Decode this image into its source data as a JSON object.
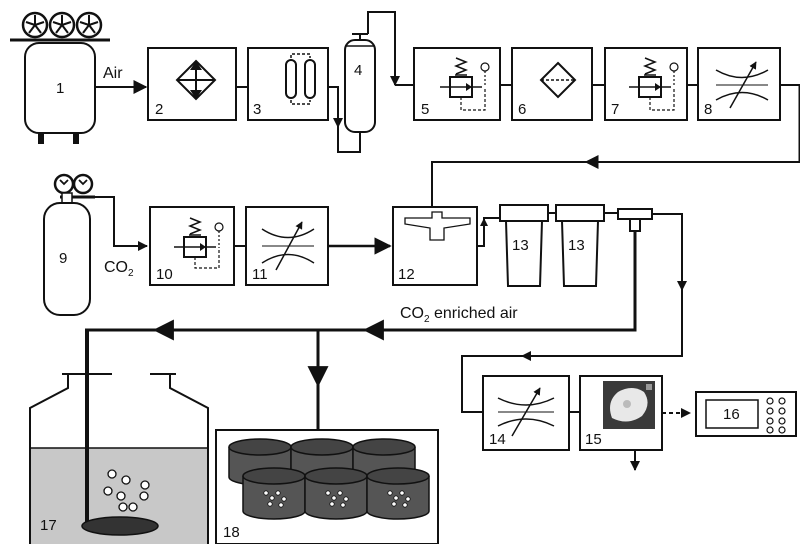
{
  "labels": {
    "air": "Air",
    "co2_main": "CO",
    "co2_sub": "2",
    "enriched_co": "CO",
    "enriched_sub": "2",
    "enriched_rest": " enriched air"
  },
  "components": [
    {
      "id": "1"
    },
    {
      "id": "2"
    },
    {
      "id": "3"
    },
    {
      "id": "4"
    },
    {
      "id": "5"
    },
    {
      "id": "6"
    },
    {
      "id": "7"
    },
    {
      "id": "8"
    },
    {
      "id": "9"
    },
    {
      "id": "10"
    },
    {
      "id": "11"
    },
    {
      "id": "12"
    },
    {
      "id": "13a",
      "text": "13"
    },
    {
      "id": "13b",
      "text": "13"
    },
    {
      "id": "14"
    },
    {
      "id": "15"
    },
    {
      "id": "16"
    },
    {
      "id": "17"
    },
    {
      "id": "18"
    }
  ],
  "numbers": {
    "n1": "1",
    "n2": "2",
    "n3": "3",
    "n4": "4",
    "n5": "5",
    "n6": "6",
    "n7": "7",
    "n8": "8",
    "n9": "9",
    "n10": "10",
    "n11": "11",
    "n12": "12",
    "n13a": "13",
    "n13b": "13",
    "n14": "14",
    "n15": "15",
    "n16": "16",
    "n17": "17",
    "n18": "18"
  }
}
